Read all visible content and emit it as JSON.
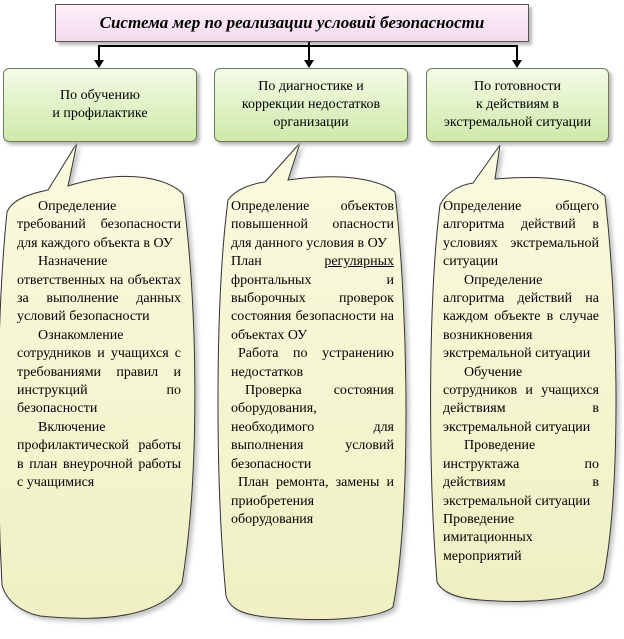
{
  "title": "Система мер по реализации условий безопасности",
  "categories": [
    {
      "label": "По обучению\nи профилактике"
    },
    {
      "label": "По диагностике и\nкоррекции недостатков\nорганизации"
    },
    {
      "label": "По готовности\nк действиям в\nэкстремальной ситуации"
    }
  ],
  "panel1": [
    "Определение требований безопасности для каждого объекта в ОУ",
    "Назначение ответственных на объектах за выполнение данных условий безопасности",
    "Ознакомление сотрудников и учащихся с требованиями правил и инструкций по безопасности",
    "Включение профилактической работы в план внеурочной работы с учащимися"
  ],
  "panel2": {
    "item1": "Определение объектов повышенной опасности для данного условия в ОУ",
    "item2_pre": "План ",
    "item2_u": "регулярных",
    "item2_post": " фронтальных и выборочных проверок состояния безопасности на объектах ОУ",
    "item3": "Работа по устранению недостатков",
    "item4": "Проверка состояния оборудования, необходимого для выполнения условий безопасности",
    "item5": "План ремонта, замены и приобретения оборудования"
  },
  "panel3": [
    "Определение общего алгоритма действий в условиях экстремальной ситуации",
    "Определение алгоритма действий на каждом объекте в случае возникновения экстремальной ситуации",
    "Обучение сотрудников и учащихся действиям в экстремальной ситуации",
    "Проведение инструктажа по действиям в экстремальной ситуации",
    "Проведение имитационных мероприятий"
  ]
}
